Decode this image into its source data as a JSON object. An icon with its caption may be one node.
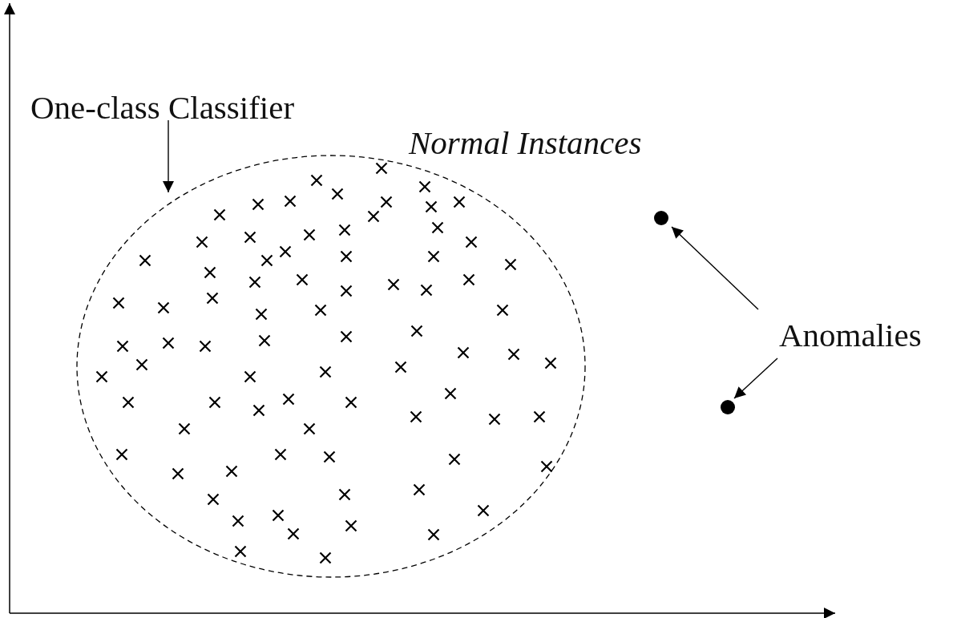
{
  "diagram": {
    "nodes": [
      {
        "text": [
          "One-class Classifier"
        ]
      },
      {
        "text": [
          "Normal Instances"
        ]
      },
      {
        "text": [
          "Anomalies"
        ]
      },
      {
        "text": [],
        "shape": "circle"
      },
      {
        "text": [],
        "shape": "circle"
      }
    ],
    "edges": [
      {
        "from": 0,
        "to": 1,
        "arrow": "to"
      },
      {
        "from": 2,
        "to": 3,
        "arrow": "to"
      },
      {
        "from": 2,
        "to": 4,
        "arrow": "to"
      }
    ]
  }
}
